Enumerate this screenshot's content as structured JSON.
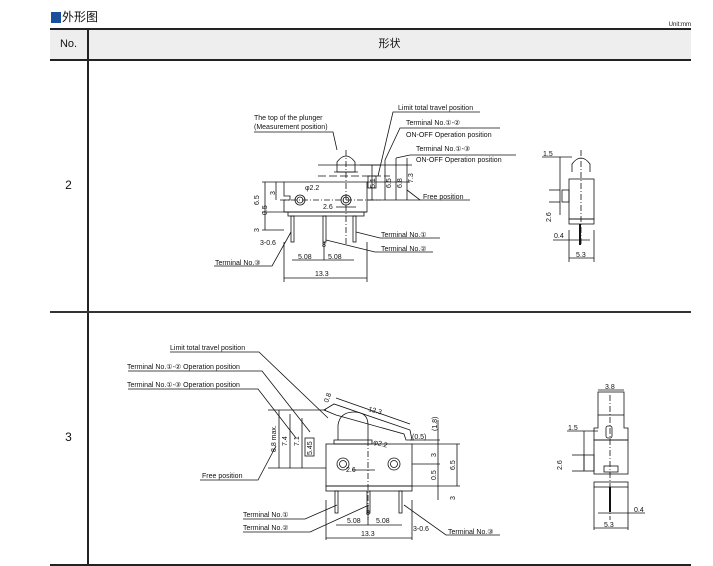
{
  "section": {
    "title": "外形图",
    "unit": "Unit:mm"
  },
  "table": {
    "headers": {
      "no": "No.",
      "shape": "形状"
    },
    "rows": [
      {
        "no": "2",
        "callouts": {
          "plunger_top": "The top of the plunger",
          "measurement": "(Measurement position)",
          "limit_travel": "Limit total travel position",
          "t12": "Terminal No.①-②",
          "t12_op": "ON-OFF Operation position",
          "t13": "Terminal No.①-③",
          "t13_op": "ON-OFF Operation position",
          "free": "Free position",
          "term1": "Terminal No.①",
          "term2": "Terminal No.②",
          "term3": "Terminal No.③"
        },
        "dims": {
          "d5_1": "5.1",
          "d6_5a": "6.5",
          "d6_8": "6.8",
          "d7_3": "7.3",
          "phi": "φ2.2",
          "d3a": "3",
          "d6_5b": "6.5",
          "d0_5": "0.5",
          "d3b": "3",
          "d2_6": "2.6",
          "d3_06": "3-0.6",
          "d8": "8",
          "d5_08a": "5.08",
          "d5_08b": "5.08",
          "d13_3": "13.3",
          "side_1_5": "1.5",
          "side_2_6": "2.6",
          "side_0_4": "0.4",
          "side_5_3": "5.3"
        }
      },
      {
        "no": "3",
        "callouts": {
          "limit_travel": "Limit total travel position",
          "t12_op": "Terminal No.①-② Operation position",
          "t13_op": "Terminal No.①-③ Operation position",
          "free": "Free position",
          "term1": "Terminal No.①",
          "term2": "Terminal No.②",
          "term3": "Terminal No.③"
        },
        "dims": {
          "d8_8": "8.8 max.",
          "d7_4": "7.4",
          "d7_1": "7.1",
          "d5_45": "5.45",
          "d0_8": "0.8",
          "d12_3": "12.3",
          "d1_8": "(1.8)",
          "d0_5p": "(0.5)",
          "phi": "φ2.2",
          "d2_6": "2.6",
          "d3a": "3",
          "d0_5": "0.5",
          "d6_5": "6.5",
          "d3b": "3",
          "d8": "8",
          "d5_08a": "5.08",
          "d5_08b": "5.08",
          "d3_06": "3-0.6",
          "d13_3": "13.3",
          "side_3_8": "3.8",
          "side_1_5": "1.5",
          "side_2_6": "2.6",
          "side_0_4": "0.4",
          "side_5_3": "5.3"
        }
      }
    ]
  }
}
